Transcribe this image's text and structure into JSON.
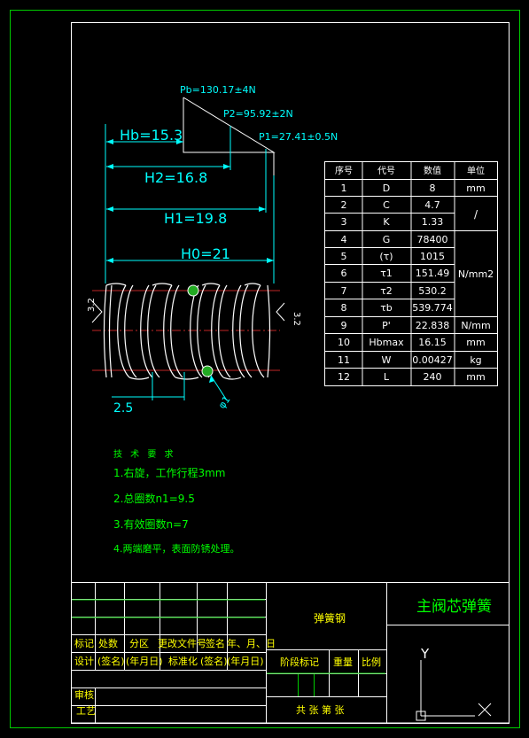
{
  "forces": {
    "pb": "Pb=130.17±4N",
    "p2": "P2=95.92±2N",
    "p1": "P1=27.41±0.5N"
  },
  "heights": {
    "hb": "Hb=15.3",
    "h2": "H2=16.8",
    "h1": "H1=19.8",
    "h0": "H0=21"
  },
  "dims": {
    "pitch": "2.5",
    "rough_left": "3.2",
    "rough_right": "3.2",
    "wire": "φ1"
  },
  "table": {
    "headers": [
      "序号",
      "代号",
      "数值",
      "单位"
    ],
    "rows": [
      [
        "1",
        "D",
        "8",
        "mm"
      ],
      [
        "2",
        "C",
        "4.7",
        ""
      ],
      [
        "3",
        "K",
        "1.33",
        ""
      ],
      [
        "4",
        "G",
        "78400",
        ""
      ],
      [
        "5",
        "(τ)",
        "1015",
        ""
      ],
      [
        "6",
        "τ1",
        "151.49",
        ""
      ],
      [
        "7",
        "τ2",
        "530.2",
        ""
      ],
      [
        "8",
        "τb",
        "539.774",
        ""
      ],
      [
        "9",
        "P'",
        "22.838",
        "N/mm"
      ],
      [
        "10",
        "Hbmax",
        "16.15",
        "mm"
      ],
      [
        "11",
        "W",
        "0.00427",
        "kg"
      ],
      [
        "12",
        "L",
        "240",
        "mm"
      ]
    ],
    "merged_unit_a": "/",
    "merged_unit_b": "N/mm2"
  },
  "tech": {
    "title": "技 术 要 求",
    "items": [
      "1.右旋，工作行程3mm",
      "2.总圈数n1=9.5",
      "3.有效圈数n=7",
      "4.两端磨平，表面防锈处理。"
    ]
  },
  "titleblock": {
    "material": "弹簧钢",
    "name": "主阀芯弹簧",
    "r1": [
      "标记",
      "处数",
      "分区",
      "更改文件号",
      "签名",
      "年、月、日"
    ],
    "r2": [
      "设计",
      "(签名)",
      "(年月日)",
      "标准化",
      "(签名)",
      "(年月日)"
    ],
    "stage": "阶段标记",
    "weight": "重量",
    "scale": "比例",
    "audit": "审核",
    "process": "工艺",
    "sheets": "共  张  第  张"
  },
  "ucs": {
    "y": "Y"
  }
}
